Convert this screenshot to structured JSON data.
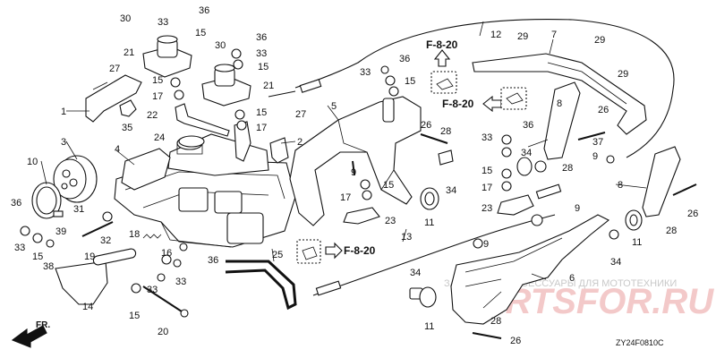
{
  "diagram": {
    "code": "ZY24F0810C",
    "front_label": "FR.",
    "references": [
      "F-8-20",
      "F-8-20",
      "F-8-20"
    ],
    "watermark": {
      "text": "ЗАПЧАСТИ И АКСЕССУАРЫ ДЛЯ МОТОТЕХНИКИ",
      "logo": "PARTSFOR.RU"
    },
    "callouts": [
      {
        "label": "36"
      },
      {
        "label": "30"
      },
      {
        "label": "33"
      },
      {
        "label": "15"
      },
      {
        "label": "27"
      },
      {
        "label": "21"
      },
      {
        "label": "30"
      },
      {
        "label": "36"
      },
      {
        "label": "33"
      },
      {
        "label": "15"
      },
      {
        "label": "21"
      },
      {
        "label": "15"
      },
      {
        "label": "17"
      },
      {
        "label": "22"
      },
      {
        "label": "24"
      },
      {
        "label": "1"
      },
      {
        "label": "35"
      },
      {
        "label": "15"
      },
      {
        "label": "17"
      },
      {
        "label": "27"
      },
      {
        "label": "2"
      },
      {
        "label": "3"
      },
      {
        "label": "4"
      },
      {
        "label": "10"
      },
      {
        "label": "36"
      },
      {
        "label": "31"
      },
      {
        "label": "32"
      },
      {
        "label": "33"
      },
      {
        "label": "15"
      },
      {
        "label": "39"
      },
      {
        "label": "38"
      },
      {
        "label": "18"
      },
      {
        "label": "19"
      },
      {
        "label": "16"
      },
      {
        "label": "33"
      },
      {
        "label": "36"
      },
      {
        "label": "33"
      },
      {
        "label": "14"
      },
      {
        "label": "15"
      },
      {
        "label": "20"
      },
      {
        "label": "25"
      },
      {
        "label": "12"
      },
      {
        "label": "29"
      },
      {
        "label": "7"
      },
      {
        "label": "29"
      },
      {
        "label": "29"
      },
      {
        "label": "36"
      },
      {
        "label": "33"
      },
      {
        "label": "15"
      },
      {
        "label": "5"
      },
      {
        "label": "9"
      },
      {
        "label": "15"
      },
      {
        "label": "17"
      },
      {
        "label": "23"
      },
      {
        "label": "26"
      },
      {
        "label": "28"
      },
      {
        "label": "11"
      },
      {
        "label": "34"
      },
      {
        "label": "13"
      },
      {
        "label": "8"
      },
      {
        "label": "36"
      },
      {
        "label": "33"
      },
      {
        "label": "15"
      },
      {
        "label": "17"
      },
      {
        "label": "34"
      },
      {
        "label": "28"
      },
      {
        "label": "26"
      },
      {
        "label": "37"
      },
      {
        "label": "9"
      },
      {
        "label": "8"
      },
      {
        "label": "9"
      },
      {
        "label": "23"
      },
      {
        "label": "26"
      },
      {
        "label": "11"
      },
      {
        "label": "28"
      },
      {
        "label": "34"
      },
      {
        "label": "9"
      },
      {
        "label": "6"
      },
      {
        "label": "34"
      },
      {
        "label": "11"
      },
      {
        "label": "28"
      },
      {
        "label": "26"
      }
    ]
  }
}
